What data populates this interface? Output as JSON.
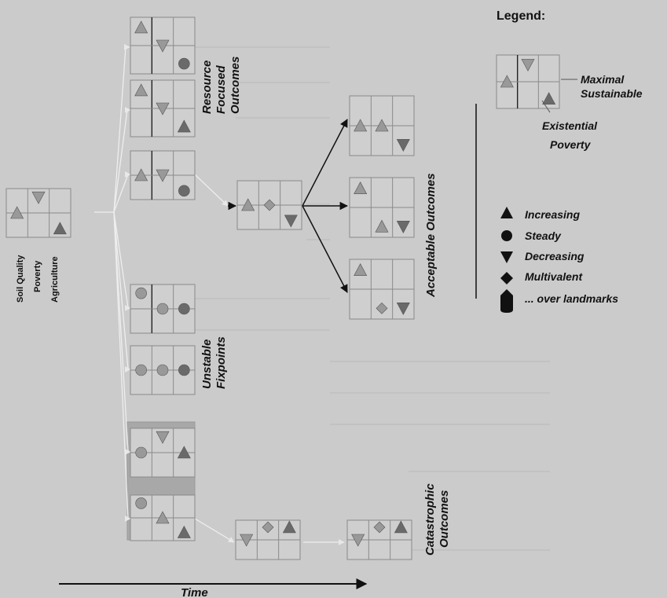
{
  "colors": {
    "background": "#cbcbcb",
    "shadow_text": "#bdbdbd",
    "grid_line": "#8a8a8a",
    "grid_fill": "#cfcfcf",
    "symbol_light": "#999999",
    "symbol_dark": "#6a6a6a",
    "highlight_box": "#aaaaaa",
    "arrow": "#111111",
    "legend_symbol": "#111111"
  },
  "initial_state_labels": [
    "Soil Quality",
    "Poverty",
    "Agriculture"
  ],
  "groups": {
    "resource_focused": [
      "Resource",
      "Focused",
      "Outcomes"
    ],
    "unstable_fixpoints": [
      "Unstable",
      "Fixpoints"
    ],
    "acceptable": "Acceptable Outcomes",
    "catastrophic": [
      "Catastrophic",
      "Outcomes"
    ]
  },
  "legend": {
    "title": "Legend:",
    "maximal_sustainable": [
      "Maximal",
      "Sustainable"
    ],
    "existential_poverty": [
      "Existential",
      "Poverty"
    ],
    "items": [
      {
        "icon": "triangle-up-icon",
        "label": "Increasing"
      },
      {
        "icon": "circle-icon",
        "label": "Steady"
      },
      {
        "icon": "triangle-down-icon",
        "label": "Decreasing"
      },
      {
        "icon": "diamond-icon",
        "label": "Multivalent"
      },
      {
        "icon": "landmark-icon",
        "label": "... over landmarks"
      }
    ]
  },
  "time_label": "Time"
}
